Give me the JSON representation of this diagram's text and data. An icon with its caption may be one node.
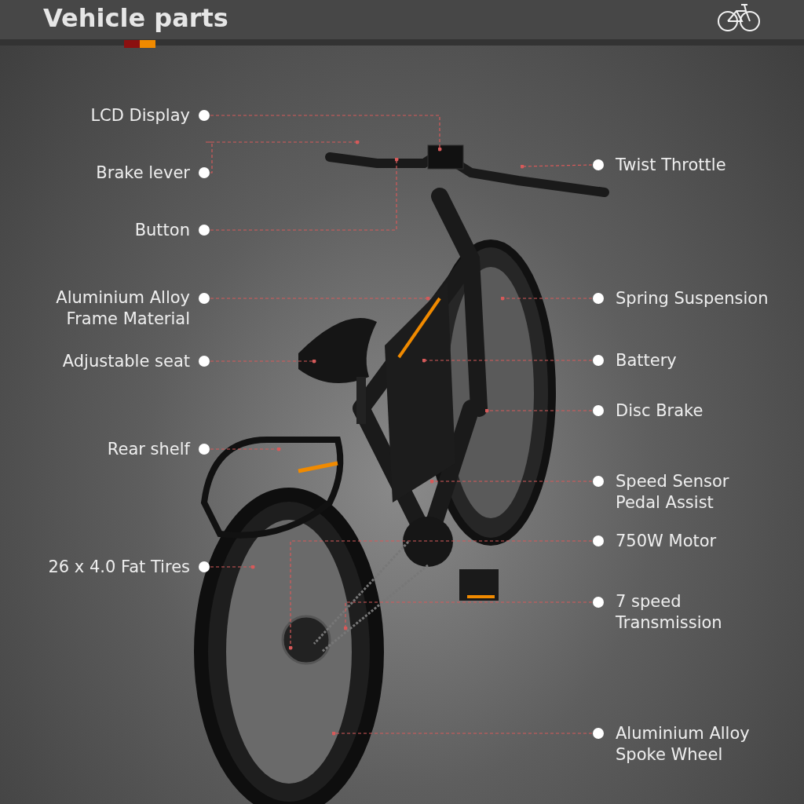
{
  "diagram": {
    "title": "Vehicle parts",
    "nodes": [
      {
        "text": [
          "LCD Display"
        ]
      },
      {
        "text": [
          "Brake lever"
        ]
      },
      {
        "text": [
          "Button"
        ]
      },
      {
        "text": [
          "Aluminium Alloy Frame Material"
        ]
      },
      {
        "text": [
          "Adjustable seat"
        ]
      },
      {
        "text": [
          "Rear shelf"
        ]
      },
      {
        "text": [
          "26 x 4.0 Fat Tires"
        ]
      },
      {
        "text": [
          "Twist Throttle"
        ]
      },
      {
        "text": [
          "Spring Suspension"
        ]
      },
      {
        "text": [
          "Battery"
        ]
      },
      {
        "text": [
          "Disc Brake"
        ]
      },
      {
        "text": [
          "Speed Sensor Pedal Assist"
        ]
      },
      {
        "text": [
          "750W Motor"
        ]
      },
      {
        "text": [
          "7 speed Transmission"
        ]
      },
      {
        "text": [
          "Aluminium Alloy Spoke Wheel"
        ]
      }
    ],
    "edges": [
      {
        "from": 0,
        "to": null,
        "arrow": "other",
        "style": "dashed"
      },
      {
        "from": 1,
        "to": null,
        "arrow": "other",
        "style": "dashed"
      },
      {
        "from": 2,
        "to": null,
        "arrow": "other",
        "style": "dashed"
      },
      {
        "from": 3,
        "to": null,
        "arrow": "other",
        "style": "dashed"
      },
      {
        "from": 4,
        "to": null,
        "arrow": "other",
        "style": "dashed"
      },
      {
        "from": 5,
        "to": null,
        "arrow": "other",
        "style": "dashed"
      },
      {
        "from": 6,
        "to": null,
        "arrow": "other",
        "style": "dashed"
      },
      {
        "from": 7,
        "to": null,
        "arrow": "other",
        "style": "dashed"
      },
      {
        "from": 8,
        "to": null,
        "arrow": "other",
        "style": "dashed"
      },
      {
        "from": 9,
        "to": null,
        "arrow": "other",
        "style": "dashed"
      },
      {
        "from": 10,
        "to": null,
        "arrow": "other",
        "style": "dashed"
      },
      {
        "from": 11,
        "to": null,
        "arrow": "other",
        "style": "dashed"
      },
      {
        "from": 12,
        "to": null,
        "arrow": "other",
        "style": "dashed"
      },
      {
        "from": 13,
        "to": null,
        "arrow": "other",
        "style": "dashed"
      },
      {
        "from": 14,
        "to": null,
        "arrow": "other",
        "style": "dashed"
      }
    ]
  }
}
